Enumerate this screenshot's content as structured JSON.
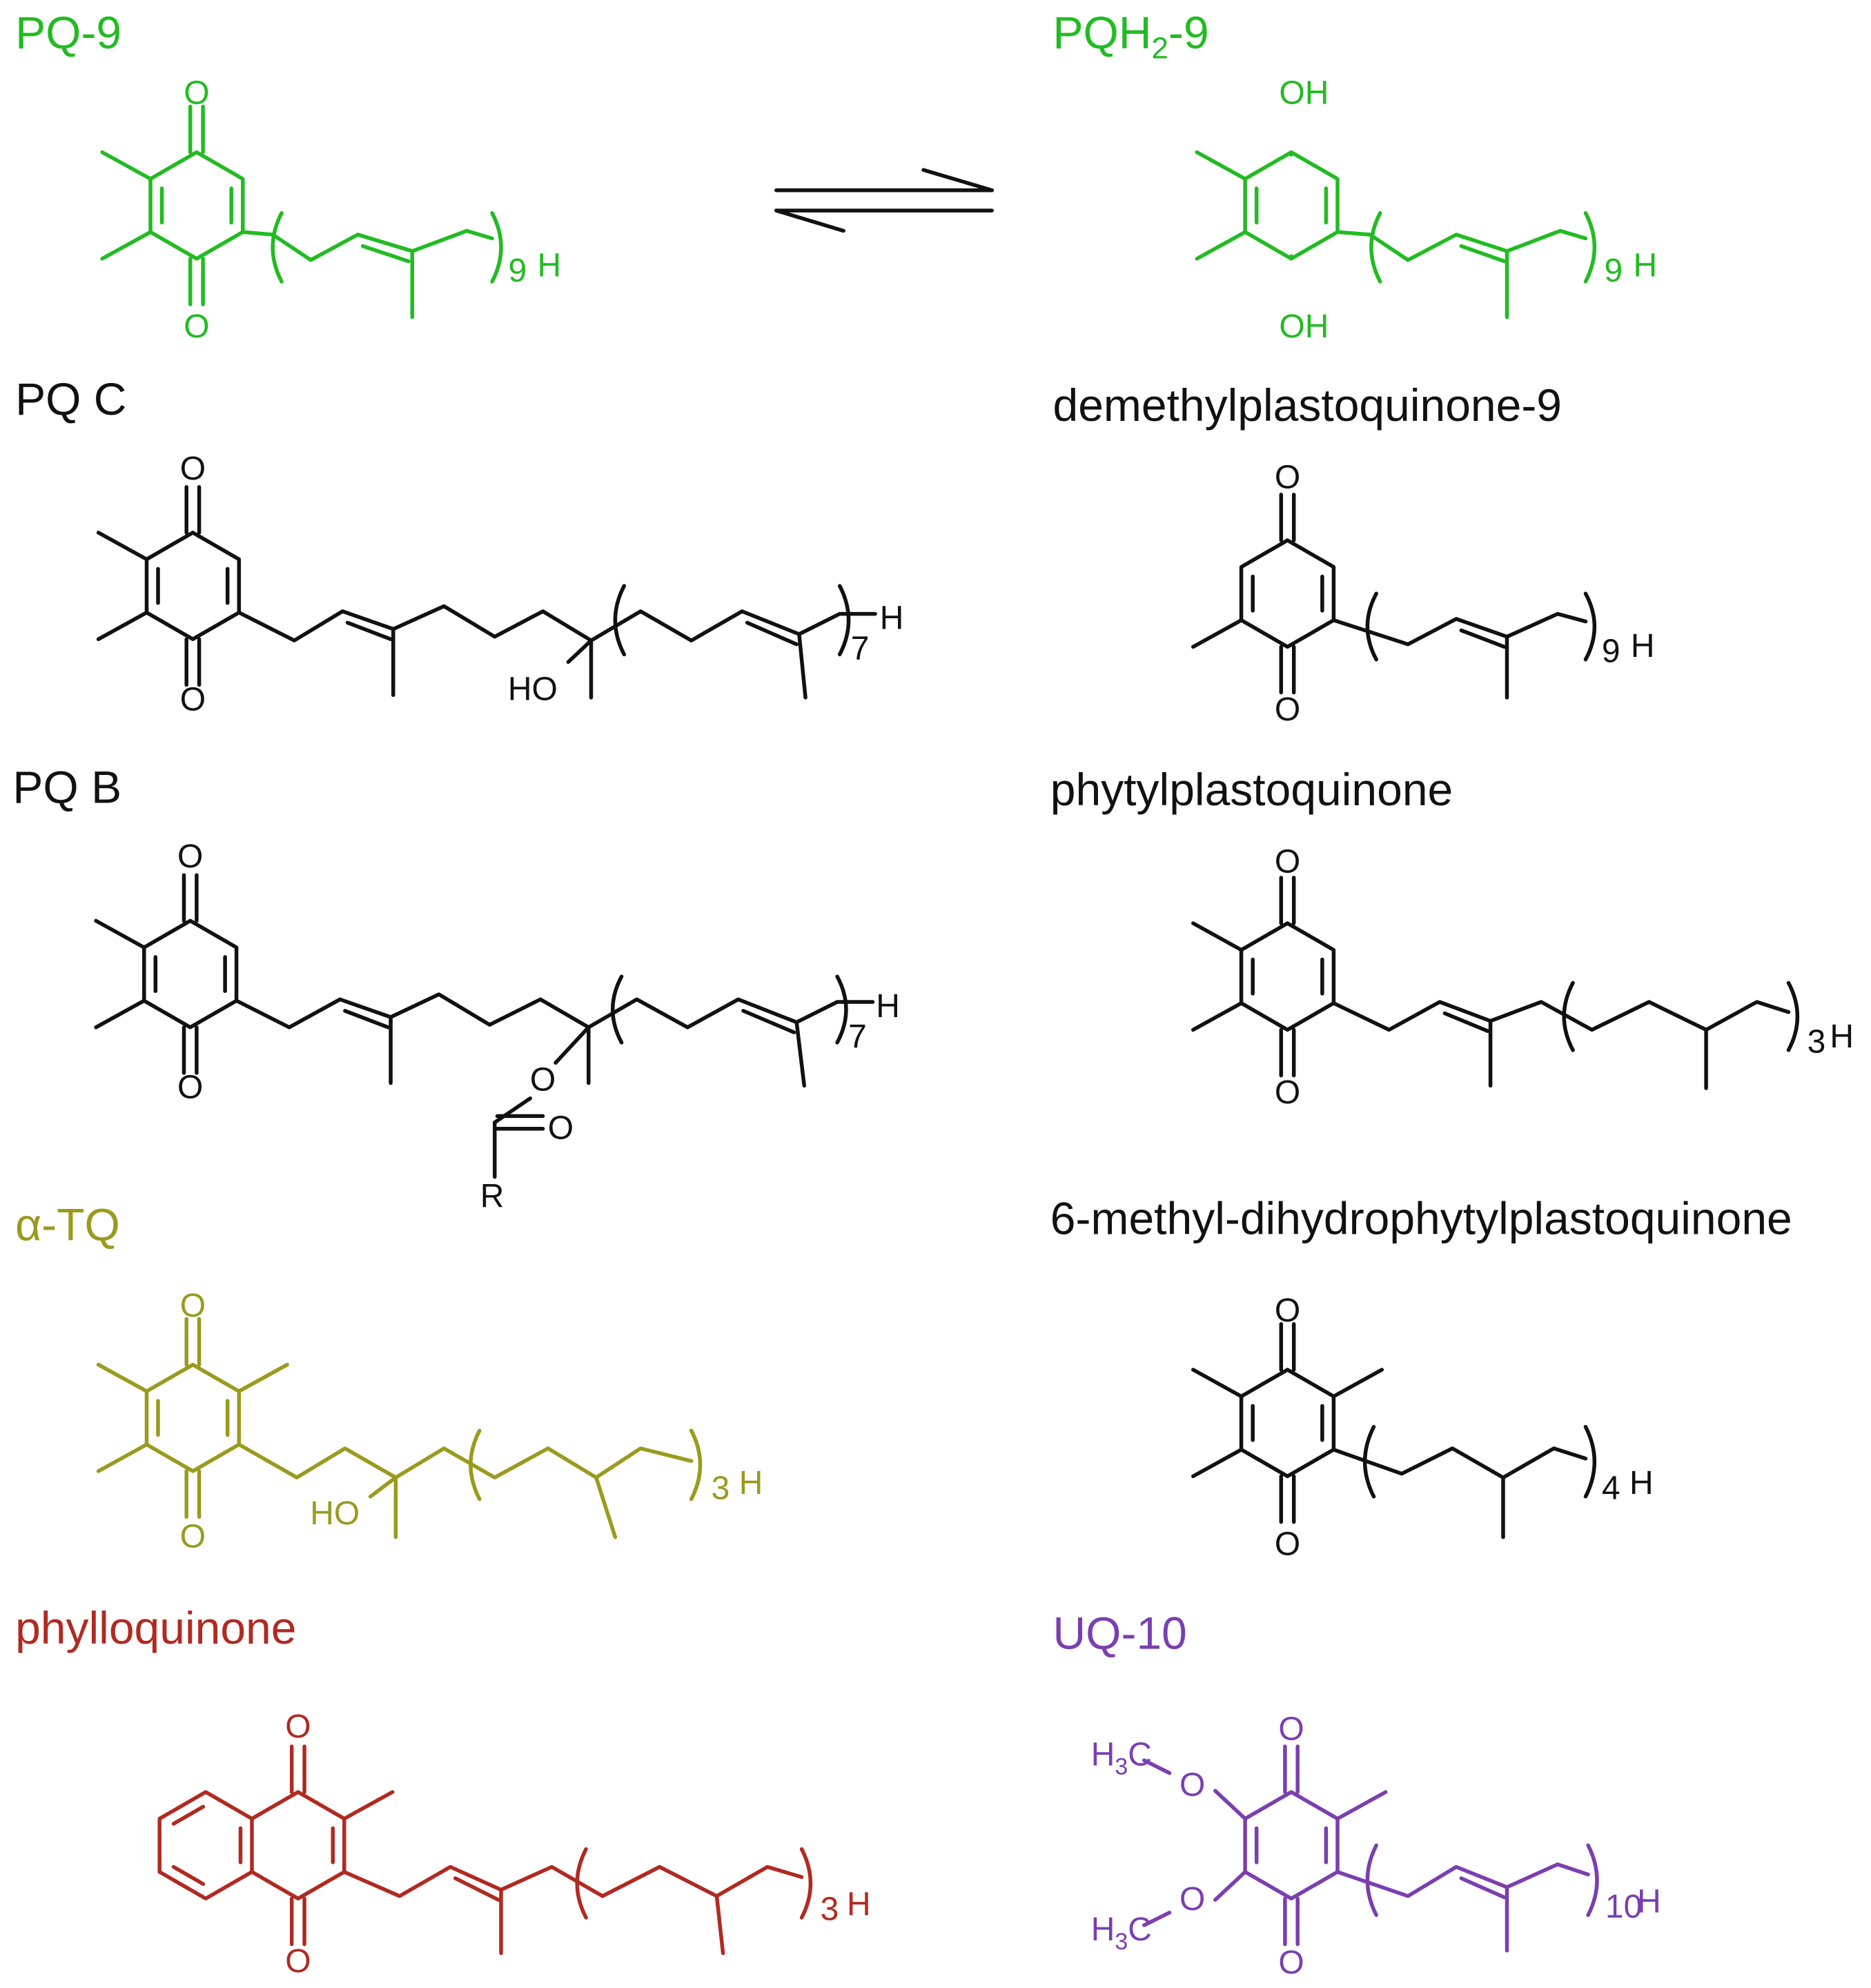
{
  "colors": {
    "green": "#22bb22",
    "black": "#111111",
    "olive": "#9a9a1e",
    "red": "#b02a22",
    "purple": "#7a3fb0"
  },
  "equilibrium_icon": "equilibrium-arrows-icon",
  "compounds": [
    {
      "key": "pq9",
      "label": "PQ-9",
      "color": "green",
      "atoms": {
        "o_top": "O",
        "o_bottom": "O"
      },
      "repeat": "9",
      "terminal": "H"
    },
    {
      "key": "pqh2",
      "label_main": "PQH",
      "label_sub": "2",
      "label_tail": "-9",
      "color": "green",
      "atoms": {
        "oh_top": "OH",
        "oh_bottom": "OH"
      },
      "repeat": "9",
      "terminal": "H"
    },
    {
      "key": "pqc",
      "label": "PQ C",
      "color": "black",
      "atoms": {
        "o_top": "O",
        "o_bottom": "O",
        "ho": "HO"
      },
      "repeat": "7",
      "terminal": "H"
    },
    {
      "key": "dmpq",
      "label": "demethylplastoquinone-9",
      "color": "black",
      "atoms": {
        "o_top": "O",
        "o_bottom": "O"
      },
      "repeat": "9",
      "terminal": "H"
    },
    {
      "key": "pqb",
      "label": "PQ B",
      "color": "black",
      "atoms": {
        "o_top": "O",
        "o_bottom": "O",
        "o_ester": "O",
        "o_carbonyl": "O",
        "r": "R"
      },
      "repeat": "7",
      "terminal": "H"
    },
    {
      "key": "ppq",
      "label": "phytylplastoquinone",
      "color": "black",
      "atoms": {
        "o_top": "O",
        "o_bottom": "O"
      },
      "repeat": "3",
      "terminal": "H"
    },
    {
      "key": "atq",
      "label": "α-TQ",
      "color": "olive",
      "atoms": {
        "o_top": "O",
        "o_bottom": "O",
        "ho": "HO"
      },
      "repeat": "3",
      "terminal": "H"
    },
    {
      "key": "mdppq",
      "label": "6-methyl-dihydrophytylplastoquinone",
      "color": "black",
      "atoms": {
        "o_top": "O",
        "o_bottom": "O"
      },
      "repeat": "4",
      "terminal": "H"
    },
    {
      "key": "phq",
      "label": "phylloquinone",
      "color": "red",
      "atoms": {
        "o_top": "O",
        "o_bottom": "O"
      },
      "repeat": "3",
      "terminal": "H"
    },
    {
      "key": "uq10",
      "label": "UQ-10",
      "color": "purple",
      "atoms": {
        "o_top": "O",
        "o_bottom": "O",
        "o_meo1": "O",
        "o_meo2": "O",
        "h3c_1_h": "H",
        "h3c_1_3": "3",
        "h3c_1_c": "C",
        "h3c_2_h": "H",
        "h3c_2_3": "3",
        "h3c_2_c": "C"
      },
      "repeat": "10",
      "terminal": "H"
    }
  ]
}
